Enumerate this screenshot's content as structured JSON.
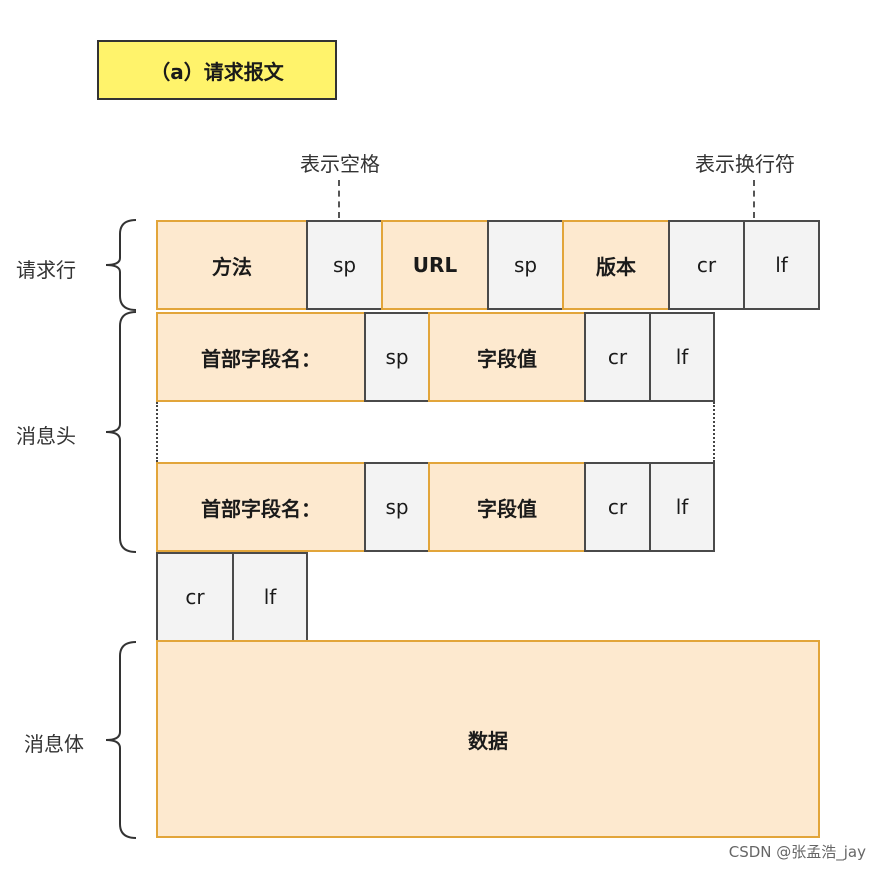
{
  "title": "（a）请求报文",
  "annotations": {
    "space": "表示空格",
    "newline": "表示换行符"
  },
  "sections": {
    "request_line": "请求行",
    "header": "消息头",
    "body": "消息体"
  },
  "request_line": [
    "方法",
    "sp",
    "URL",
    "sp",
    "版本",
    "cr",
    "lf"
  ],
  "header_row": [
    "首部字段名：",
    "sp",
    "字段值",
    "cr",
    "lf"
  ],
  "blank_line": [
    "cr",
    "lf"
  ],
  "body_content": "数据",
  "watermark": "CSDN @张孟浩_jay",
  "colors": {
    "title_bg": "#fff36b",
    "orange_fill": "#fde9cf",
    "orange_border": "#e2a53a",
    "gray_fill": "#f3f3f3"
  }
}
